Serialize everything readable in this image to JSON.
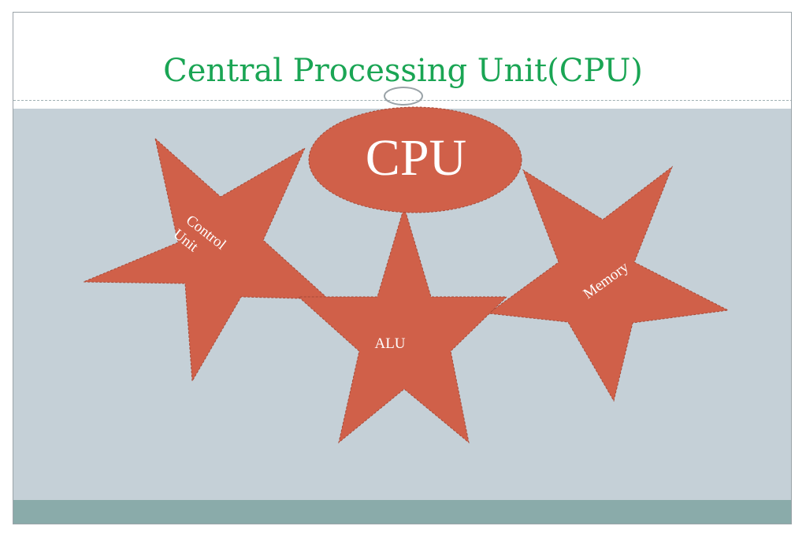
{
  "slide": {
    "title": "Central Processing Unit(CPU)"
  },
  "diagram": {
    "center": {
      "label": "CPU"
    },
    "stars": [
      {
        "id": "control-unit",
        "line1": "Control",
        "line2": "Unit"
      },
      {
        "id": "alu",
        "line1": "ALU"
      },
      {
        "id": "memory",
        "line1": "Memory"
      }
    ]
  },
  "colors": {
    "title": "#1aa554",
    "shape_fill": "#d06049",
    "shape_text": "#ffffff",
    "content_background": "#c5d0d7",
    "footer_band": "#8aabaa"
  },
  "icons": [
    "ring-connector-icon"
  ]
}
